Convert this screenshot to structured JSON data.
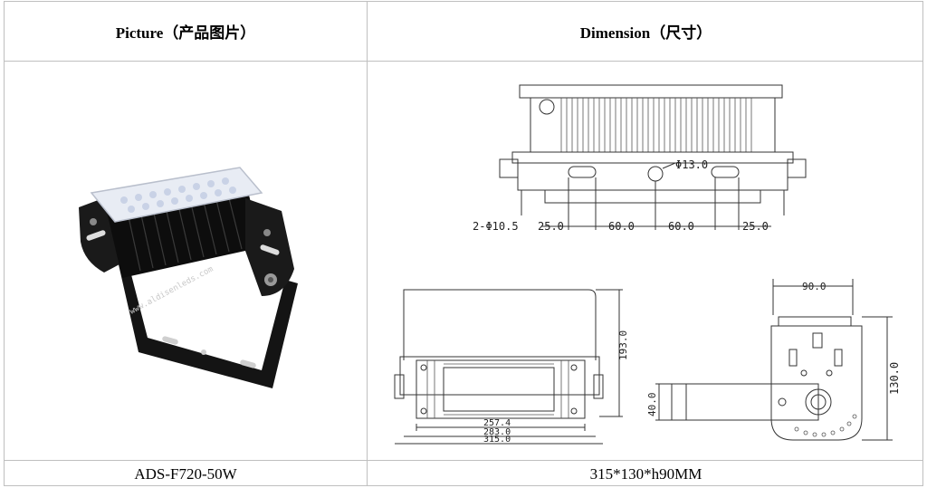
{
  "table": {
    "header_picture": "Picture（产品图片）",
    "header_dimension": "Dimension（尺寸）",
    "model": "ADS-F720-50W",
    "size": "315*130*h90MM"
  },
  "photo": {
    "watermark": "www.aldisenleds.com"
  },
  "drawing": {
    "top_view": {
      "hole_label": "Φ13.0",
      "slot_label": "2-Φ10.5",
      "dims": [
        "25.0",
        "60.0",
        "60.0",
        "25.0"
      ]
    },
    "front_view": {
      "height": "193.0",
      "widths": [
        "257.4",
        "283.0",
        "315.0"
      ]
    },
    "side_view": {
      "width": "90.0",
      "height": "130.0",
      "bracket": "40.0"
    }
  },
  "colors": {
    "grid": "#bfbfbf",
    "line": "#333333",
    "body": "#111111",
    "led": "#e8ecf4"
  }
}
